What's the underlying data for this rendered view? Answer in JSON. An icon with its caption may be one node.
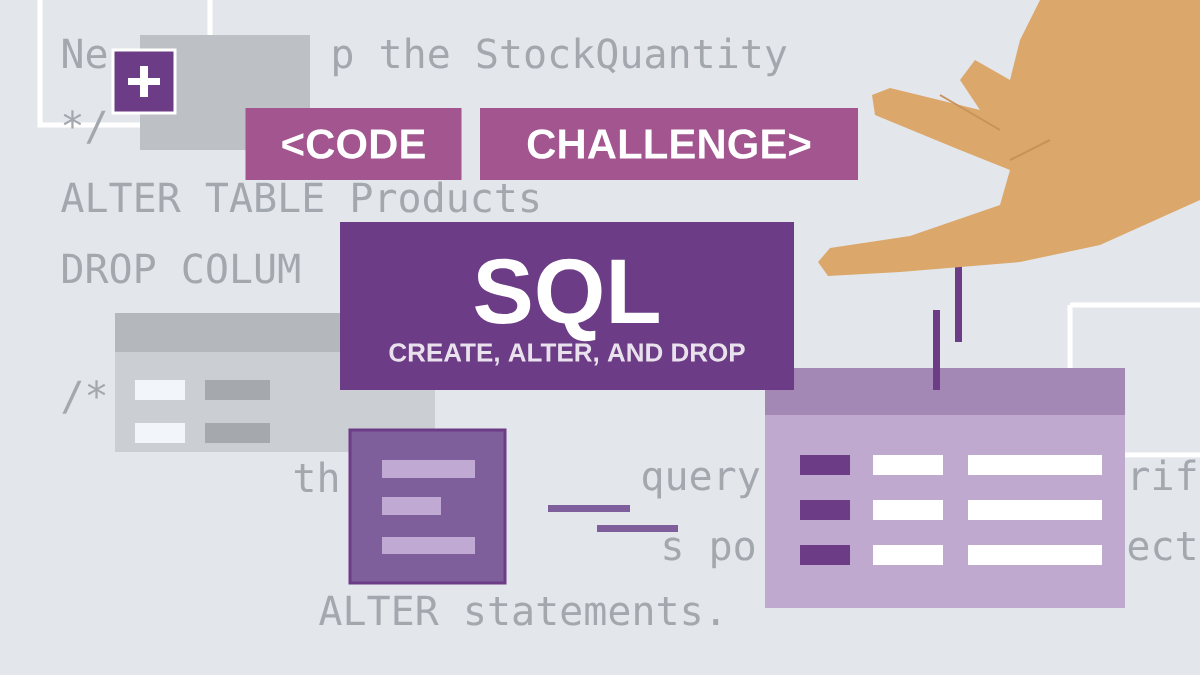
{
  "diagram": {
    "nodes": [
      {
        "text": [
          "<CODE"
        ]
      },
      {
        "text": [
          "CHALLENGE>"
        ]
      },
      {
        "text": [
          "SQL",
          "CREATE, ALTER, AND DROP"
        ]
      }
    ],
    "labels": [
      "Ne",
      "p the StockQuantity",
      "*/",
      "ALTER TABLE Products",
      "DROP COLUM",
      "/*",
      "th",
      "query",
      "rif",
      "s po",
      "ect",
      "ALTER statements."
    ]
  }
}
